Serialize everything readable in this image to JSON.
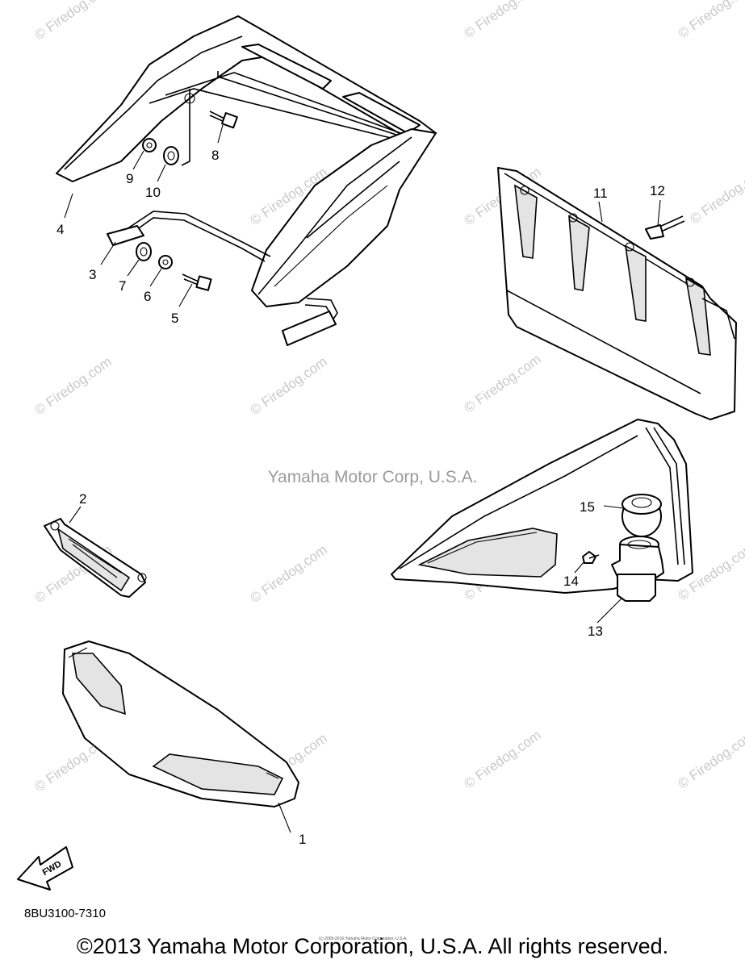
{
  "callouts": [
    "1",
    "2",
    "3",
    "4",
    "5",
    "6",
    "7",
    "8",
    "9",
    "10",
    "11",
    "12",
    "13",
    "14",
    "15"
  ],
  "watermark": {
    "site": "© Firedog.com",
    "center": "Yamaha Motor Corp, U.S.A."
  },
  "fwd_label": "FWD",
  "drawing_code": "8BU3100-7310",
  "tiny_note": "(c) 2005-2016 Yamaha Motor Corporation, U.S.A.",
  "copyright": "©2013 Yamaha Motor Corporation, U.S.A. All rights reserved."
}
